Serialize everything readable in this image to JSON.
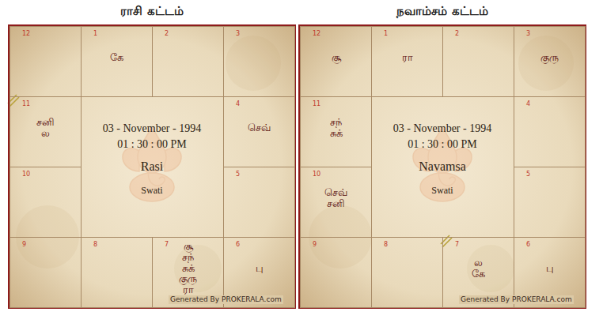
{
  "diagram": {
    "nodes": [
      {
        "text": [
          "ராசி கட்டம்"
        ]
      },
      {
        "text": [
          "12"
        ],
        "in": 0
      },
      {
        "text": [
          "1",
          "கே"
        ],
        "in": 0
      },
      {
        "text": [
          "2"
        ],
        "in": 0
      },
      {
        "text": [
          "3"
        ],
        "in": 0
      },
      {
        "text": [
          "11",
          "சனி",
          "ல"
        ],
        "in": 0
      },
      {
        "text": [
          "03 - November - 1994",
          "01 : 30 : 00 PM",
          "Rasi",
          "Swati"
        ],
        "in": 0
      },
      {
        "text": [
          "4",
          "செவ்"
        ],
        "in": 0
      },
      {
        "text": [
          "10"
        ],
        "in": 0
      },
      {
        "text": [
          "5"
        ],
        "in": 0
      },
      {
        "text": [
          "9"
        ],
        "in": 0
      },
      {
        "text": [
          "8"
        ],
        "in": 0
      },
      {
        "text": [
          "7",
          "சூ",
          "சந்",
          "சுக்",
          "குரு",
          "ரா"
        ],
        "in": 0
      },
      {
        "text": [
          "6",
          "பு"
        ],
        "in": 0
      },
      {
        "text": [
          "நவாம்சம் கட்டம்"
        ]
      },
      {
        "text": [
          "12",
          "சூ"
        ],
        "in": 14
      },
      {
        "text": [
          "1",
          "ரா"
        ],
        "in": 14
      },
      {
        "text": [
          "2"
        ],
        "in": 14
      },
      {
        "text": [
          "3",
          "குரு"
        ],
        "in": 14
      },
      {
        "text": [
          "11",
          "சந்",
          "சுக்"
        ],
        "in": 14
      },
      {
        "text": [
          "03 - November - 1994",
          "01 : 30 : 00 PM",
          "Navamsa",
          "Swati"
        ],
        "in": 14
      },
      {
        "text": [
          "4"
        ],
        "in": 14
      },
      {
        "text": [
          "10",
          "செவ்",
          "சனி"
        ],
        "in": 14
      },
      {
        "text": [
          "5"
        ],
        "in": 14
      },
      {
        "text": [
          "9"
        ],
        "in": 14
      },
      {
        "text": [
          "8"
        ],
        "in": 14
      },
      {
        "text": [
          "7",
          "ல",
          "கே"
        ],
        "in": 14
      },
      {
        "text": [
          "6",
          "பு"
        ],
        "in": 14
      }
    ],
    "labels": [
      "Generated By PROKERALA.com",
      "Generated By PROKERALA.com"
    ]
  }
}
